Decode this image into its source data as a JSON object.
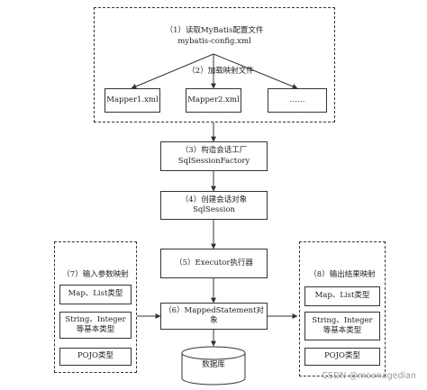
{
  "config": {
    "line1": "（1）读取MyBatis配置文件",
    "line2": "mybatis-config.xml",
    "load_label": "（2）加载映射文件",
    "mappers": [
      "Mapper1.xml",
      "Mapper2.xml",
      "……"
    ]
  },
  "factory": {
    "line1": "（3）构造会话工厂",
    "line2": "SqlSessionFactory"
  },
  "session": {
    "line1": "（4）创建会话对象",
    "line2": "SqlSession"
  },
  "executor": {
    "label": "（5）Executor执行器"
  },
  "mapped_statement": {
    "label": "（6）MappedStatement对象"
  },
  "database": {
    "label": "数据库"
  },
  "input_mapping": {
    "title": "（7）输入参数映射",
    "items": [
      "Map、List类型",
      "String、Integer等基本类型",
      "POJO类型"
    ]
  },
  "output_mapping": {
    "title": "（8）输出结果映射",
    "items": [
      "Map、List类型",
      "String、Integer等基本类型",
      "POJO类型"
    ]
  },
  "watermark": "CSDN @moonagedian"
}
